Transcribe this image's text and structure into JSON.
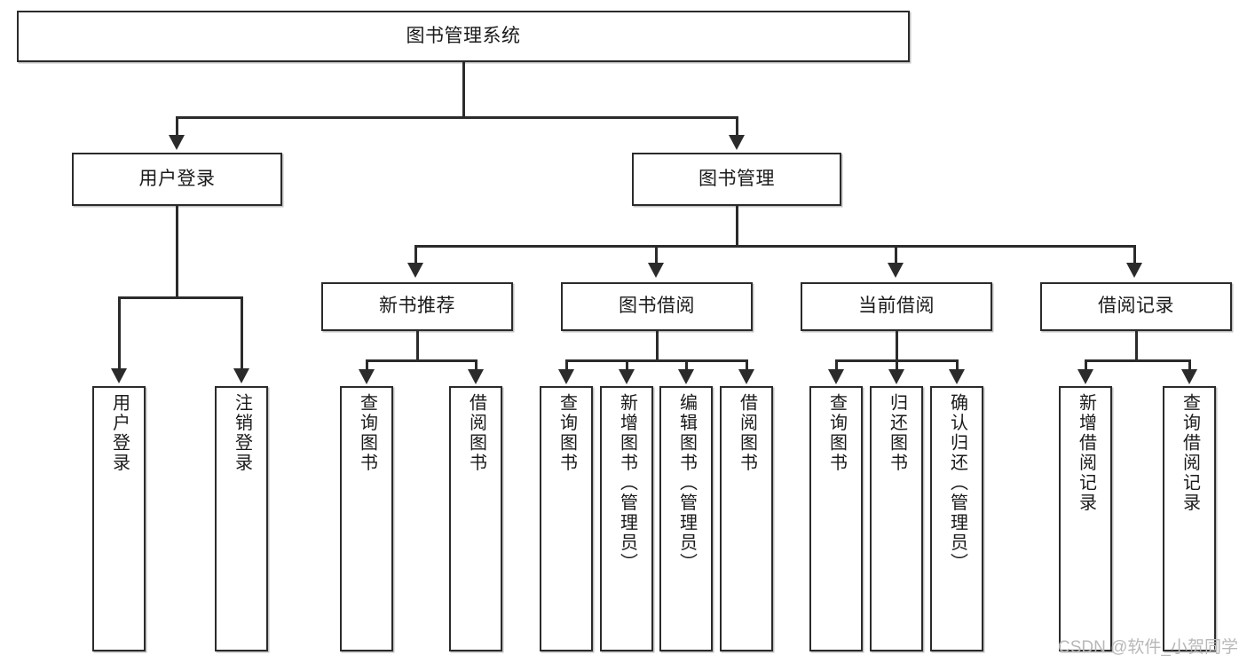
{
  "diagram": {
    "title_node": {
      "id": "root",
      "label": "图书管理系统"
    },
    "level2": [
      {
        "id": "login",
        "label": "用户登录"
      },
      {
        "id": "bookmgmt",
        "label": "图书管理"
      }
    ],
    "level3": [
      {
        "id": "newbook",
        "label": "新书推荐"
      },
      {
        "id": "borrow",
        "label": "图书借阅"
      },
      {
        "id": "current",
        "label": "当前借阅"
      },
      {
        "id": "record",
        "label": "借阅记录"
      }
    ],
    "leaves": {
      "login": [
        {
          "id": "leaf-user-login",
          "label": "用户登录"
        },
        {
          "id": "leaf-logout",
          "label": "注销登录"
        }
      ],
      "newbook": [
        {
          "id": "leaf-query-book-1",
          "label": "查询图书"
        },
        {
          "id": "leaf-borrow-book-1",
          "label": "借阅图书"
        }
      ],
      "borrow": [
        {
          "id": "leaf-query-book-2",
          "label": "查询图书"
        },
        {
          "id": "leaf-add-book",
          "label": "新增图书（管理员）"
        },
        {
          "id": "leaf-edit-book",
          "label": "编辑图书（管理员）"
        },
        {
          "id": "leaf-borrow-book-2",
          "label": "借阅图书"
        }
      ],
      "current": [
        {
          "id": "leaf-query-book-3",
          "label": "查询图书"
        },
        {
          "id": "leaf-return-book",
          "label": "归还图书"
        },
        {
          "id": "leaf-confirm-return",
          "label": "确认归还（管理员）"
        }
      ],
      "record": [
        {
          "id": "leaf-add-record",
          "label": "新增借阅记录"
        },
        {
          "id": "leaf-query-record",
          "label": "查询借阅记录"
        }
      ]
    }
  },
  "watermark": {
    "text": "CSDN @软件_小贺同学"
  },
  "colors": {
    "stroke": "#2b2b2b",
    "fill": "#ffffff",
    "text": "#1a1a1a",
    "watermark": "#b8b8b8"
  }
}
